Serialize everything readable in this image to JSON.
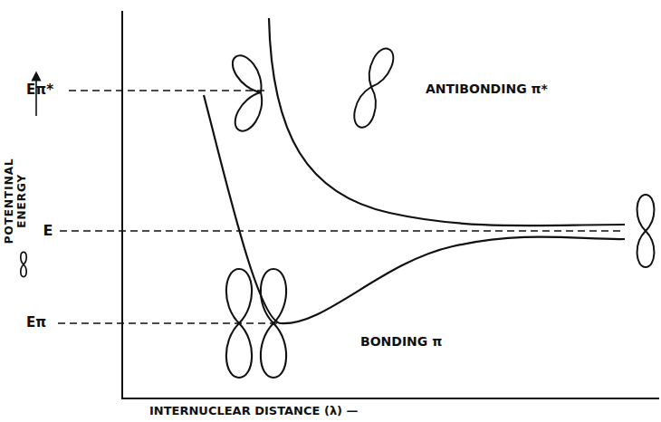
{
  "diagram": {
    "labels": [
      "POTENTINAL ENERGY",
      "E",
      "Eπ*",
      "Eπ",
      "ANTIBONDING π*",
      "BONDING π",
      "INTERNUCLEAR DISTANCE (λ) —"
    ]
  }
}
